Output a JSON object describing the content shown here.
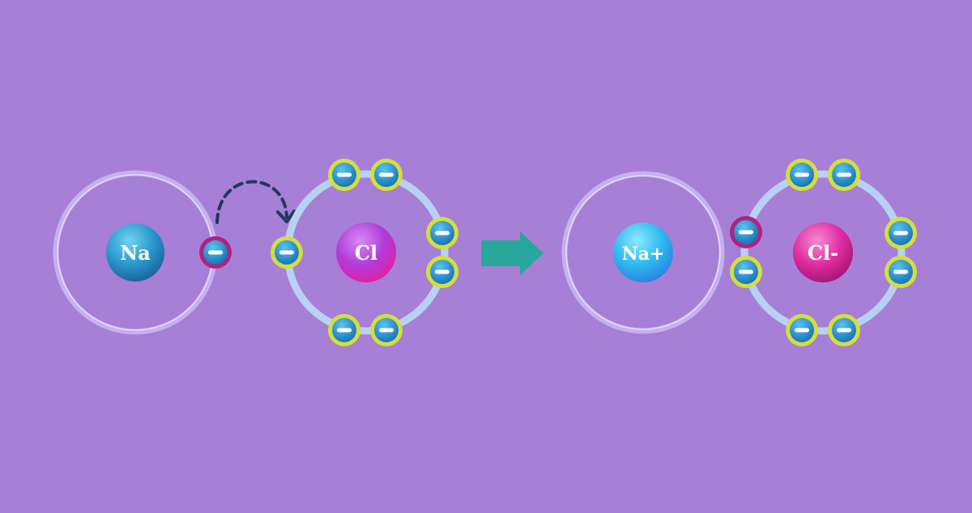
{
  "colors": {
    "background": "#a77fd6",
    "orbit": "#b7d2f2",
    "electron_ring": "#d3e03a",
    "transferred_ring": "#b0237d",
    "arrow": "#2aa79b",
    "transfer_path": "#1e3a5c"
  },
  "before": {
    "sodium": {
      "symbol": "Na"
    },
    "chlorine": {
      "symbol": "Cl"
    }
  },
  "after": {
    "sodium_ion": {
      "symbol": "Na+"
    },
    "chloride_ion": {
      "symbol": "Cl-"
    }
  },
  "icons": {
    "electron": "minus-sign-icon",
    "reaction": "right-arrow-icon",
    "transfer": "curved-dashed-arrow-icon"
  }
}
